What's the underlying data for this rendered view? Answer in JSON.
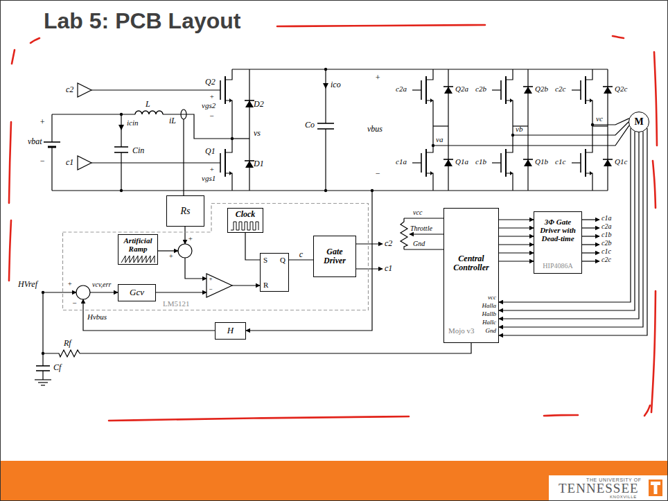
{
  "diagram": {
    "title": "Lab 5: PCB Layout",
    "nodes": [
      {
        "text": [
          "M"
        ]
      },
      {
        "text": [
          "Rs"
        ]
      },
      {
        "text": [
          "LM5121"
        ]
      },
      {
        "text": [
          "Clock"
        ],
        "in": 2
      },
      {
        "text": [
          "Artificial Ramp"
        ],
        "in": 2
      },
      {
        "text": [
          "S",
          "Q",
          "R"
        ],
        "in": 2
      },
      {
        "text": [
          "Gate Driver"
        ],
        "in": 2
      },
      {
        "text": [
          "Gcv"
        ],
        "in": 2
      },
      {
        "text": [
          "Central Controller",
          "Mojo v3"
        ]
      },
      {
        "text": [
          "3Φ Gate Driver with Dead-time",
          "HIP4086A"
        ]
      },
      {
        "text": [
          "H"
        ]
      }
    ],
    "edges": [
      {
        "from": 3,
        "to": 5,
        "arrow": "none"
      },
      {
        "from": 5,
        "to": 6,
        "label": "c",
        "arrow": "none"
      },
      {
        "from": 8,
        "to": 9,
        "arrow": "to"
      },
      {
        "from": 8,
        "to": 9,
        "arrow": "to"
      },
      {
        "from": 8,
        "to": 9,
        "arrow": "to"
      },
      {
        "from": 8,
        "to": 9,
        "arrow": "to"
      },
      {
        "from": 8,
        "to": 9,
        "arrow": "to"
      },
      {
        "from": 8,
        "to": 9,
        "arrow": "to"
      },
      {
        "from": 0,
        "to": 8,
        "label": "vcc",
        "arrow": "to"
      },
      {
        "from": 0,
        "to": 8,
        "label": "Halla",
        "arrow": "to"
      },
      {
        "from": 0,
        "to": 8,
        "label": "Hallb",
        "arrow": "to"
      },
      {
        "from": 0,
        "to": 8,
        "label": "Hallc",
        "arrow": "to"
      },
      {
        "from": 0,
        "to": 8,
        "label": "Gnd",
        "arrow": "to"
      }
    ],
    "labels": [
      "c2",
      "+",
      "vgs2",
      "−",
      "Q2",
      "D2",
      "ico",
      "+",
      "L",
      "iL",
      "+",
      "vbat",
      "−",
      "icin",
      "Cin",
      "vs",
      "Co",
      "vbus",
      "c1",
      "+",
      "vgs1",
      "Q1",
      "D1",
      "−",
      "c2a",
      "Q2a",
      "c2b",
      "Q2b",
      "c2c",
      "Q2c",
      "vc",
      "vb",
      "va",
      "c1a",
      "Q1a",
      "c1b",
      "Q1b",
      "c1c",
      "Q1c",
      "+",
      "+",
      "+",
      "−",
      "c2",
      "c1",
      "HVref",
      "+",
      "vcv,err",
      "−",
      "Hvbus",
      "Rf",
      "Cf",
      "vcc",
      "Throttle",
      "Gnd",
      "c1a",
      "c2a",
      "c1b",
      "c2b",
      "c1c",
      "c2c",
      "THE UNIVERSITY OF",
      "TENNESSEE",
      "KNOXVILLE"
    ]
  }
}
